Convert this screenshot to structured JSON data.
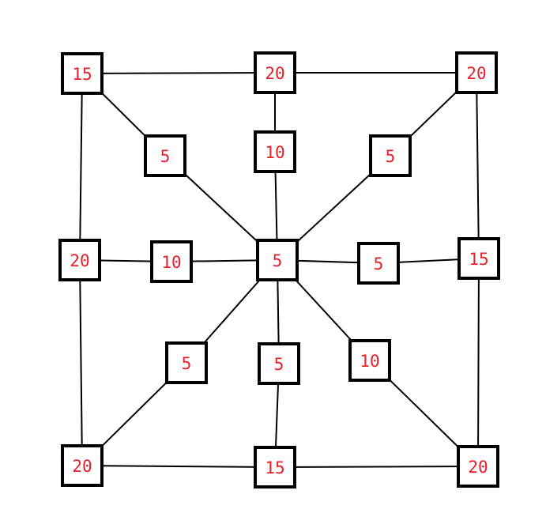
{
  "nodes": [
    {
      "id": "tl",
      "value": "15"
    },
    {
      "id": "tm",
      "value": "20"
    },
    {
      "id": "tr",
      "value": "20"
    },
    {
      "id": "itl",
      "value": "5"
    },
    {
      "id": "itm",
      "value": "10"
    },
    {
      "id": "itr",
      "value": "5"
    },
    {
      "id": "ml",
      "value": "20"
    },
    {
      "id": "iml",
      "value": "10"
    },
    {
      "id": "c",
      "value": "5"
    },
    {
      "id": "imr",
      "value": "5"
    },
    {
      "id": "mr",
      "value": "15"
    },
    {
      "id": "ibl",
      "value": "5"
    },
    {
      "id": "ibm",
      "value": "5"
    },
    {
      "id": "ibr",
      "value": "10"
    },
    {
      "id": "bl",
      "value": "20"
    },
    {
      "id": "bm",
      "value": "15"
    },
    {
      "id": "br",
      "value": "20"
    }
  ],
  "edges": [
    [
      "tl",
      "tm"
    ],
    [
      "tm",
      "tr"
    ],
    [
      "tl",
      "ml"
    ],
    [
      "ml",
      "bl"
    ],
    [
      "tr",
      "mr"
    ],
    [
      "mr",
      "br"
    ],
    [
      "bl",
      "bm"
    ],
    [
      "bm",
      "br"
    ],
    [
      "tl",
      "itl"
    ],
    [
      "itl",
      "c"
    ],
    [
      "tm",
      "itm"
    ],
    [
      "itm",
      "c"
    ],
    [
      "tr",
      "itr"
    ],
    [
      "itr",
      "c"
    ],
    [
      "ml",
      "iml"
    ],
    [
      "iml",
      "c"
    ],
    [
      "mr",
      "imr"
    ],
    [
      "imr",
      "c"
    ],
    [
      "bl",
      "ibl"
    ],
    [
      "ibl",
      "c"
    ],
    [
      "bm",
      "ibm"
    ],
    [
      "ibm",
      "c"
    ],
    [
      "br",
      "ibr"
    ],
    [
      "ibr",
      "c"
    ]
  ],
  "colors": {
    "label": "#e8202a",
    "stroke": "#000000",
    "background": "#ffffff"
  }
}
